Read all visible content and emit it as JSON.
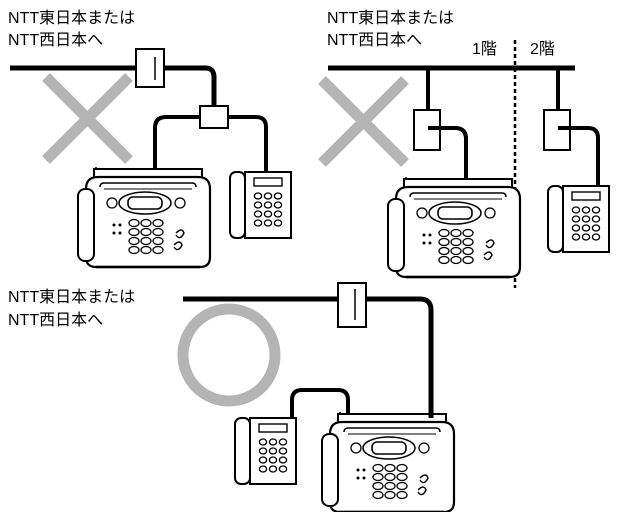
{
  "diagrams": {
    "top_left": {
      "line_label_1": "NTT東日本または",
      "line_label_2": "NTT西日本へ",
      "verdict": "incorrect"
    },
    "top_right": {
      "line_label_1": "NTT東日本または",
      "line_label_2": "NTT西日本へ",
      "floor_1": "1階",
      "floor_2": "2階",
      "verdict": "incorrect"
    },
    "bottom": {
      "line_label_1": "NTT東日本または",
      "line_label_2": "NTT西日本へ",
      "verdict": "correct"
    }
  },
  "colors": {
    "line": "#000000",
    "mark": "#b4b4b4",
    "device_fill": "#ffffff"
  },
  "icons": [
    "cross-mark-icon",
    "circle-mark-icon",
    "fax-machine-icon",
    "telephone-icon",
    "junction-box-icon"
  ]
}
